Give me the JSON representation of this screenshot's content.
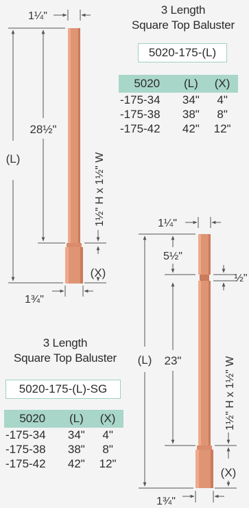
{
  "colors": {
    "background": "#f4f4f4",
    "wood_face": "#df9474",
    "wood_highlight": "#eeaa8b",
    "wood_shadow": "#c97b5c",
    "table_header": "#a8d6c8",
    "box_border": "#9fd0c3",
    "dimension_line": "#555555"
  },
  "baluster_top": {
    "title_line1": "3 Length",
    "title_line2": "Square Top Baluster",
    "part_number": "5020-175-(L)",
    "table": {
      "headers": [
        "5020",
        "(L)",
        "(X)"
      ],
      "rows": [
        [
          "-175-34",
          "34\"",
          "4\""
        ],
        [
          "-175-38",
          "38\"",
          "8\""
        ],
        [
          "-175-42",
          "42\"",
          "12\""
        ]
      ]
    },
    "dimensions": {
      "top_width": "1¼\"",
      "height_28": "28½\"",
      "length": "(L)",
      "block_size": "1½\" H x 1½\" W",
      "block_height": "(X)",
      "bottom_width": "1¾\""
    }
  },
  "baluster_bottom": {
    "title_line1": "3 Length",
    "title_line2": "Square Top Baluster",
    "part_number": "5020-175-(L)-SG",
    "table": {
      "headers": [
        "5020",
        "(L)",
        "(X)"
      ],
      "rows": [
        [
          "-175-34",
          "34\"",
          "4\""
        ],
        [
          "-175-38",
          "38\"",
          "8\""
        ],
        [
          "-175-42",
          "42\"",
          "12\""
        ]
      ]
    },
    "dimensions": {
      "top_width": "1¼\"",
      "groove_offset": "5½\"",
      "groove_width": "½\"",
      "length": "(L)",
      "height_23": "23\"",
      "block_size": "1½\" H x 1½\" W",
      "block_height": "(X)",
      "bottom_width": "1¾\""
    }
  }
}
